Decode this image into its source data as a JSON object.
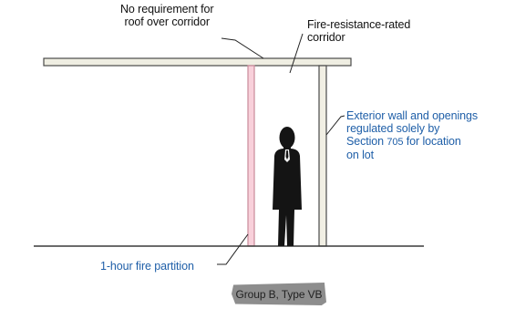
{
  "labels": {
    "roof_line1": "No requirement for",
    "roof_line2": "roof over corridor",
    "corridor_line1": "Fire-resistance-rated",
    "corridor_line2": "corridor",
    "exterior_line1": "Exterior wall and openings",
    "exterior_line2": "regulated solely by",
    "exterior_line3_pre": "Section ",
    "exterior_line3_num": "705",
    "exterior_line3_post": " for location",
    "exterior_line4": "on lot",
    "partition": "1-hour fire partition",
    "group": "Group B, Type VB"
  },
  "colors": {
    "callout_blue": "#1f5fa8",
    "text_dark": "#111111",
    "rated_partition_fill": "#f8d0da",
    "rated_partition_stroke": "#c98b9a",
    "wall_fill": "#f1efe4",
    "roof_fill": "#efeee2",
    "outline": "#4a4a4a",
    "figure": "#141414",
    "badge_bg": "#8d8d8d"
  },
  "icons": {
    "figure": "person-icon"
  }
}
